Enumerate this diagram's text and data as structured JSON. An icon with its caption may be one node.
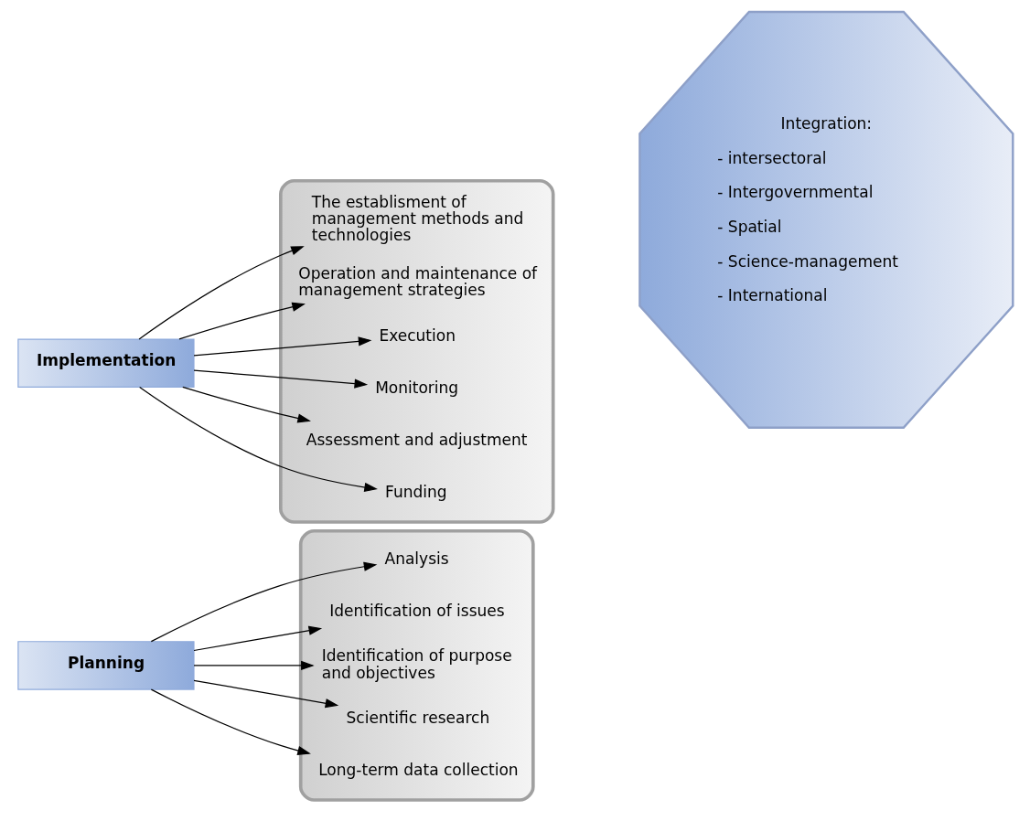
{
  "diagram": {
    "nodes": [
      {
        "text": [
          "Planning"
        ]
      },
      {
        "text": [],
        "shape": "box"
      },
      {
        "text": [
          "Analysis"
        ],
        "in": 1
      },
      {
        "text": [
          "Identification of issues"
        ],
        "in": 1
      },
      {
        "text": [
          "Identification of purpose and objectives"
        ],
        "in": 1
      },
      {
        "text": [
          "Scientific research"
        ],
        "in": 1
      },
      {
        "text": [
          "Long-term data collection"
        ],
        "in": 1
      },
      {
        "text": [
          "Implementation"
        ]
      },
      {
        "text": [],
        "shape": "box"
      },
      {
        "text": [
          "The establisment of management methods and technologies"
        ],
        "in": 8
      },
      {
        "text": [
          "Operation and maintenance of management strategies"
        ],
        "in": 8
      },
      {
        "text": [
          "Execution"
        ],
        "in": 8
      },
      {
        "text": [
          "Monitoring"
        ],
        "in": 8
      },
      {
        "text": [
          "Assessment and adjustment"
        ],
        "in": 8
      },
      {
        "text": [
          "Funding"
        ],
        "in": 8
      },
      {
        "text": [
          "Integration:",
          "- intersectoral",
          "- Intergovernmental",
          "- Spatial",
          "- Science-management",
          "- International"
        ]
      }
    ],
    "edges": [
      {
        "from": 0,
        "to": 2,
        "arrow": "to"
      },
      {
        "from": 0,
        "to": 3,
        "arrow": "to"
      },
      {
        "from": 0,
        "to": 4,
        "arrow": "to"
      },
      {
        "from": 0,
        "to": 5,
        "arrow": "to"
      },
      {
        "from": 0,
        "to": 6,
        "arrow": "to"
      },
      {
        "from": 7,
        "to": 9,
        "arrow": "to"
      },
      {
        "from": 7,
        "to": 10,
        "arrow": "to"
      },
      {
        "from": 7,
        "to": 11,
        "arrow": "to"
      },
      {
        "from": 7,
        "to": 12,
        "arrow": "to"
      },
      {
        "from": 7,
        "to": 13,
        "arrow": "to"
      },
      {
        "from": 7,
        "to": 14,
        "arrow": "to"
      }
    ]
  }
}
